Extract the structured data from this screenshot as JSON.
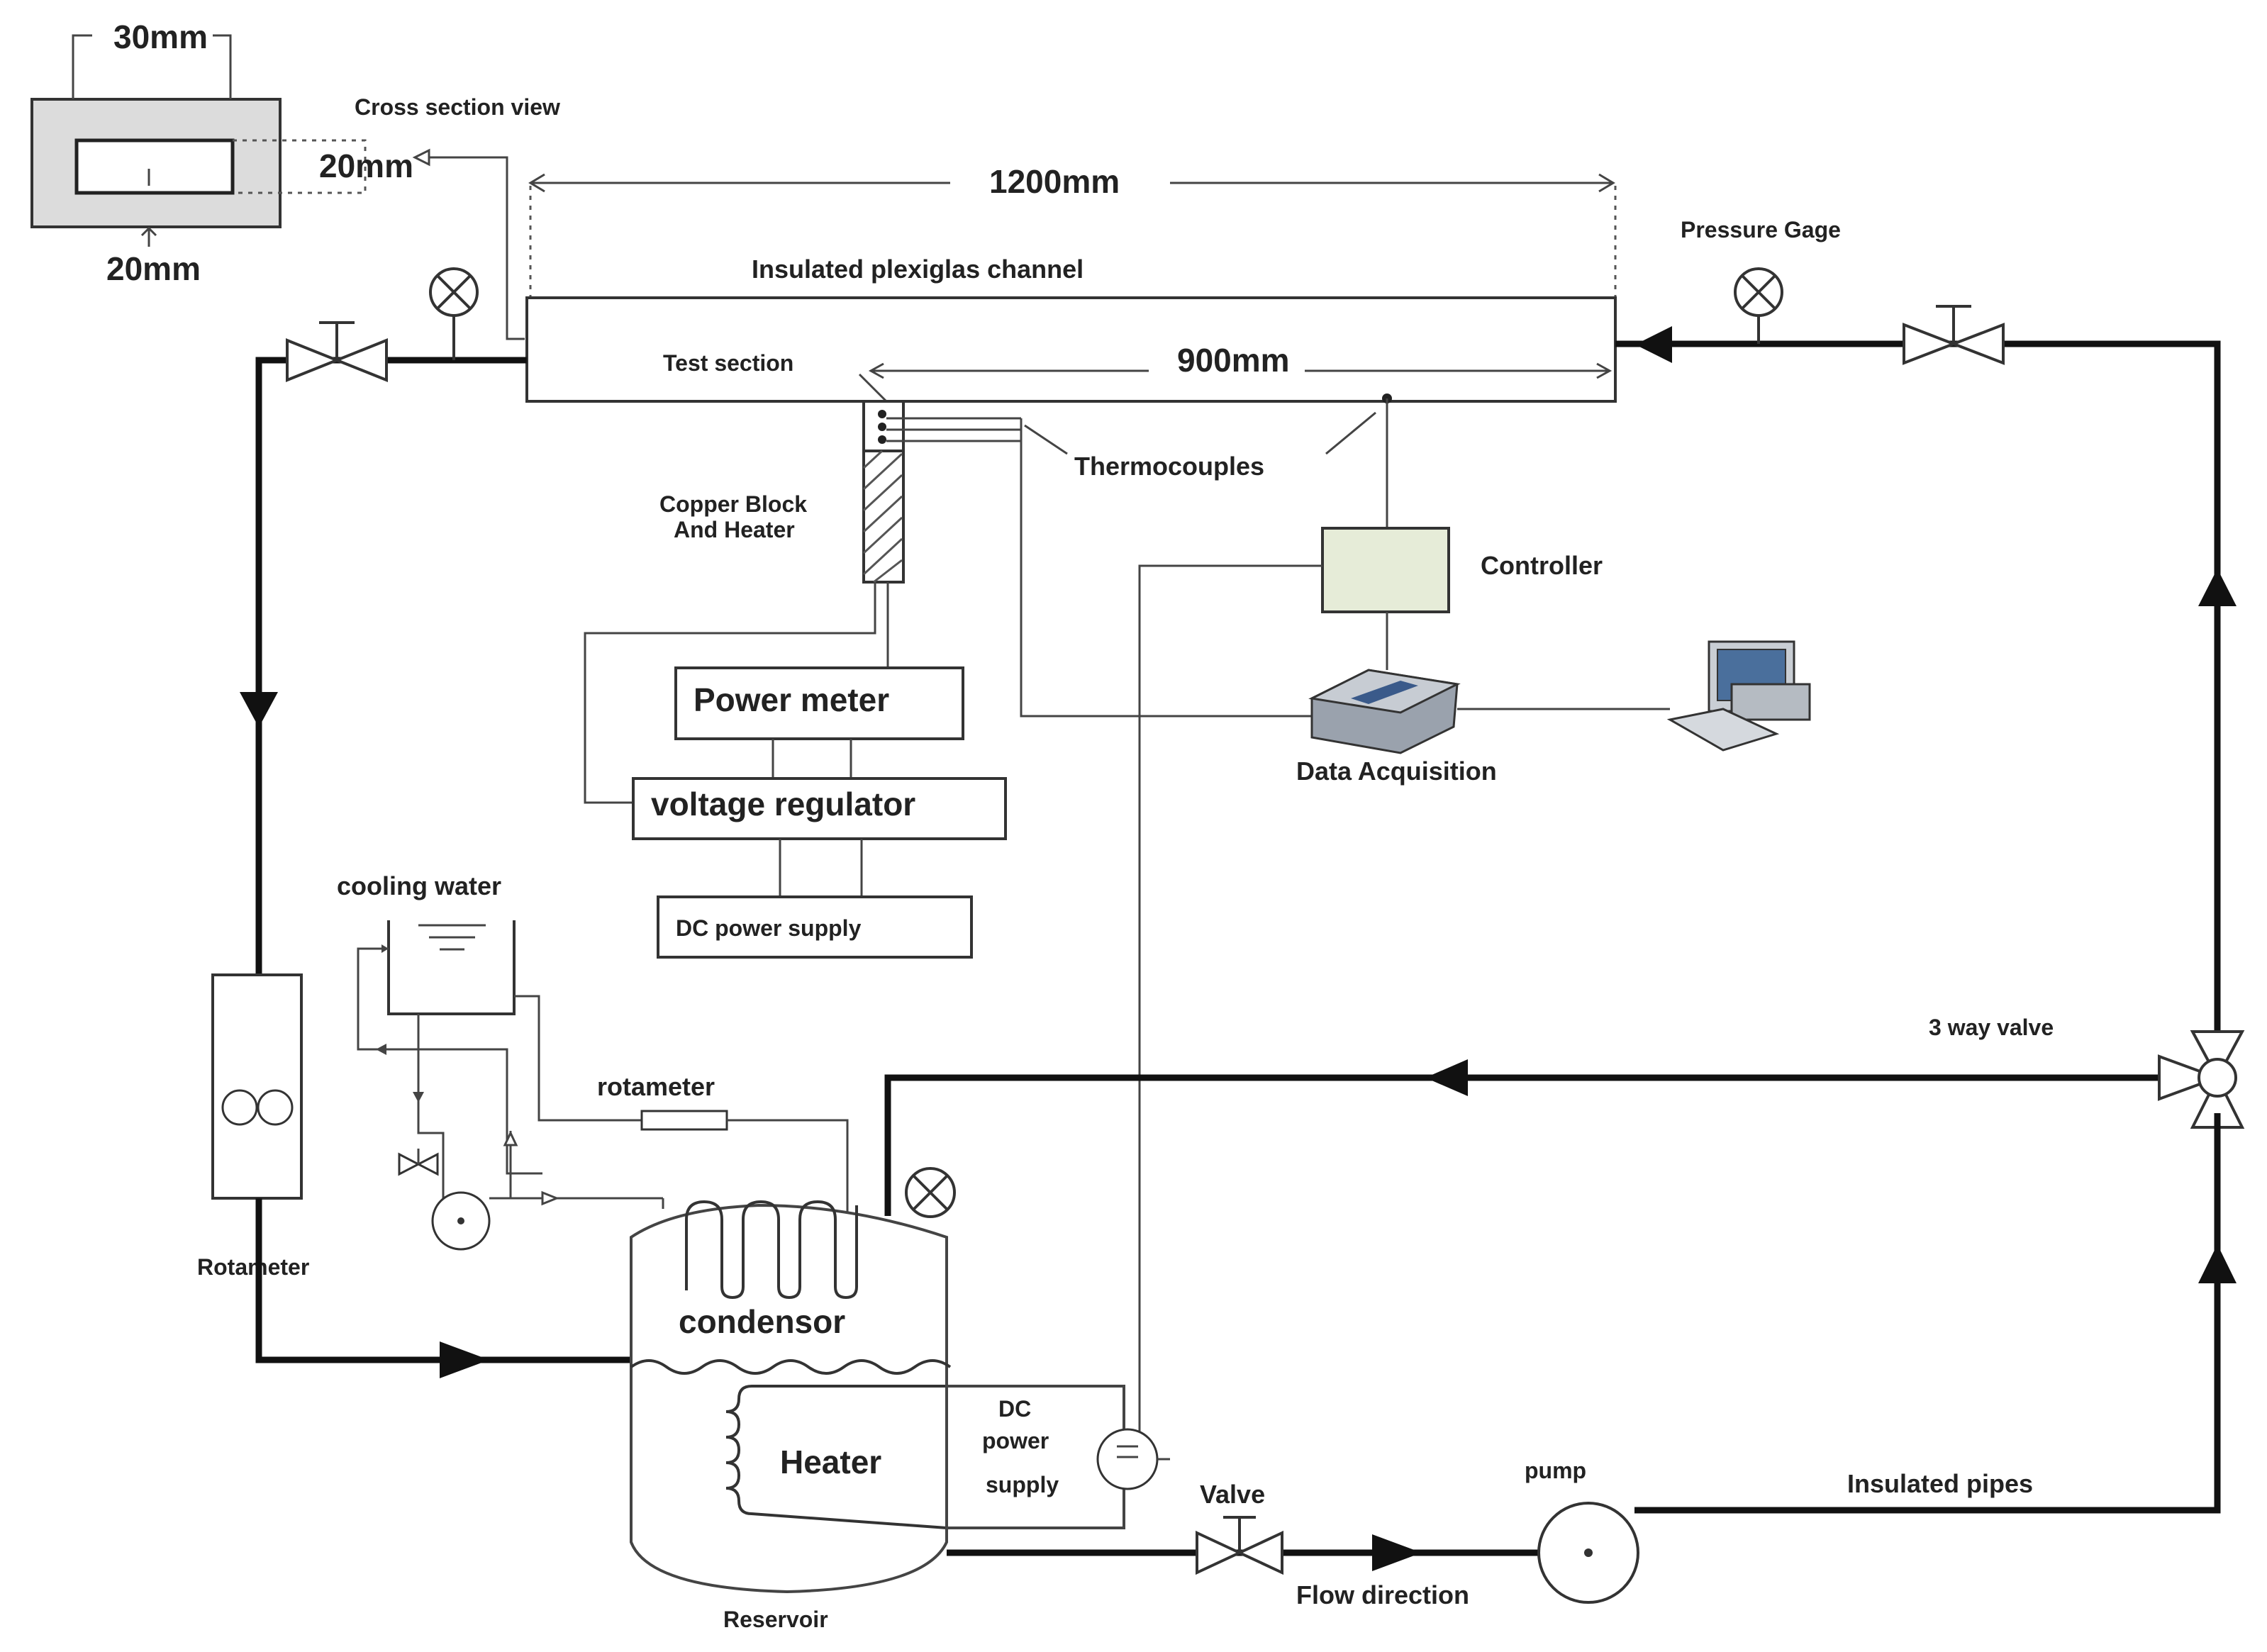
{
  "labels": {
    "cross_width": "30mm",
    "cross_title": "Cross section view",
    "cross_height_right": "20mm",
    "cross_height_bottom": "20mm",
    "length_total": "1200mm",
    "channel": "Insulated plexiglas channel",
    "pressure_gage": "Pressure Gage",
    "test_section": "Test section",
    "length_test": "900mm",
    "thermocouples": "Thermocouples",
    "copper_block_1": "Copper Block",
    "copper_block_2": "And Heater",
    "controller": "Controller",
    "power_meter": "Power meter",
    "voltage_regulator": "voltage regulator",
    "dc_power_supply_top": "DC power supply",
    "data_acquisition": "Data Acquisition",
    "cooling_water": "cooling water",
    "rotameter_small": "rotameter",
    "rotameter_big": "Rotameter",
    "three_way_valve": "3 way valve",
    "condensor": "condensor",
    "heater": "Heater",
    "dc_1": "DC",
    "dc_2": "power",
    "dc_3": "supply",
    "valve": "Valve",
    "pump": "pump",
    "insulated_pipes": "Insulated pipes",
    "flow_direction": "Flow direction",
    "reservoir": "Reservoir"
  },
  "colors": {
    "controller_fill": "#e6ecd8",
    "line": "#111111"
  },
  "icons": [
    "pressure-gauge-icon",
    "valve-icon",
    "three-way-valve-icon",
    "pump-icon",
    "computer-icon",
    "data-acquisition-icon"
  ]
}
